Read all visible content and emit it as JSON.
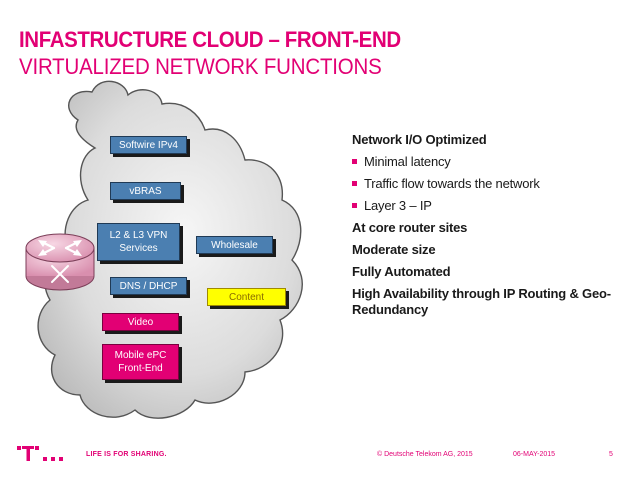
{
  "slide": {
    "title_line1": "INFASTRUCTURE CLOUD – FRONT-END",
    "title_line2": "VIRTUALIZED NETWORK FUNCTIONS"
  },
  "diagram": {
    "boxes": {
      "softwire": "Softwire IPv4",
      "vbras": "vBRAS",
      "l2l3vpn_line1": "L2 & L3  VPN",
      "l2l3vpn_line2": "Services",
      "wholesale": "Wholesale",
      "dns_dhcp": "DNS / DHCP",
      "content": "Content",
      "video": "Video",
      "mobile_epc_line1": "Mobile ePC",
      "mobile_epc_line2": "Front-End"
    },
    "router_icon": "router-icon",
    "cloud_shape": "cloud-shape",
    "colors": {
      "box_blue": "#4b7fb1",
      "box_yellow": "#ffff00",
      "box_magenta": "#e20074",
      "cloud_fill": "#e0e0e0",
      "router_fill": "#e8b4c8"
    }
  },
  "bullets": {
    "heading1": "Network I/O Optimized",
    "sub1": "Minimal latency",
    "sub2": "Traffic flow towards the network",
    "sub3": "Layer 3 – IP",
    "line2": "At core router sites",
    "line3": "Moderate size",
    "line4": "Fully Automated",
    "line5": "High Availability through IP Routing & Geo-Redundancy"
  },
  "footer": {
    "logo": "telekom-t-logo",
    "tagline": "LIFE IS FOR SHARING.",
    "copyright": "© Deutsche Telekom AG, 2015",
    "date": "06-MAY-2015",
    "page_number": "5"
  },
  "brand_color": "#e20074"
}
